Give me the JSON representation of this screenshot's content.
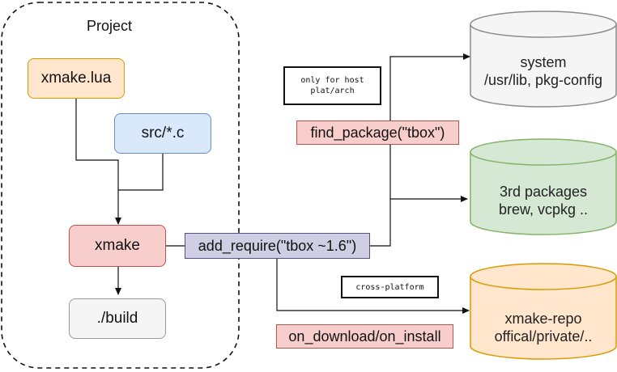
{
  "project": {
    "title": "Project"
  },
  "nodes": {
    "xmake_lua": "xmake.lua",
    "src": "src/*.c",
    "xmake": "xmake",
    "build": "./build"
  },
  "labels": {
    "add_require": "add_require(\"tbox ~1.6\")",
    "find_package": "find_package(\"tbox\")",
    "on_download": "on_download/on_install"
  },
  "notes": {
    "host_only": "only for host\nplat/arch",
    "cross_platform": "cross-platform"
  },
  "repos": {
    "system": {
      "line1": "system",
      "line2": "/usr/lib, pkg-config"
    },
    "third_party": {
      "line1": "3rd packages",
      "line2": "brew, vcpkg .."
    },
    "xmake_repo": {
      "line1": "xmake-repo",
      "line2": "offical/private/.."
    }
  },
  "colors": {
    "orange_fill": "#ffe6cc",
    "orange_stroke": "#d79b00",
    "blue_fill": "#dae8fc",
    "blue_stroke": "#6c8ebf",
    "red_fill": "#f8cecc",
    "red_stroke": "#b85450",
    "gray_fill": "#f5f5f5",
    "gray_stroke": "#999999",
    "purple_fill": "#d0cee2",
    "purple_stroke": "#56517e",
    "green_fill": "#d5e8d4",
    "green_stroke": "#82b366",
    "cyl_gray_fill": "#f5f5f5",
    "cyl_gray_stroke": "#8a8a8a"
  }
}
